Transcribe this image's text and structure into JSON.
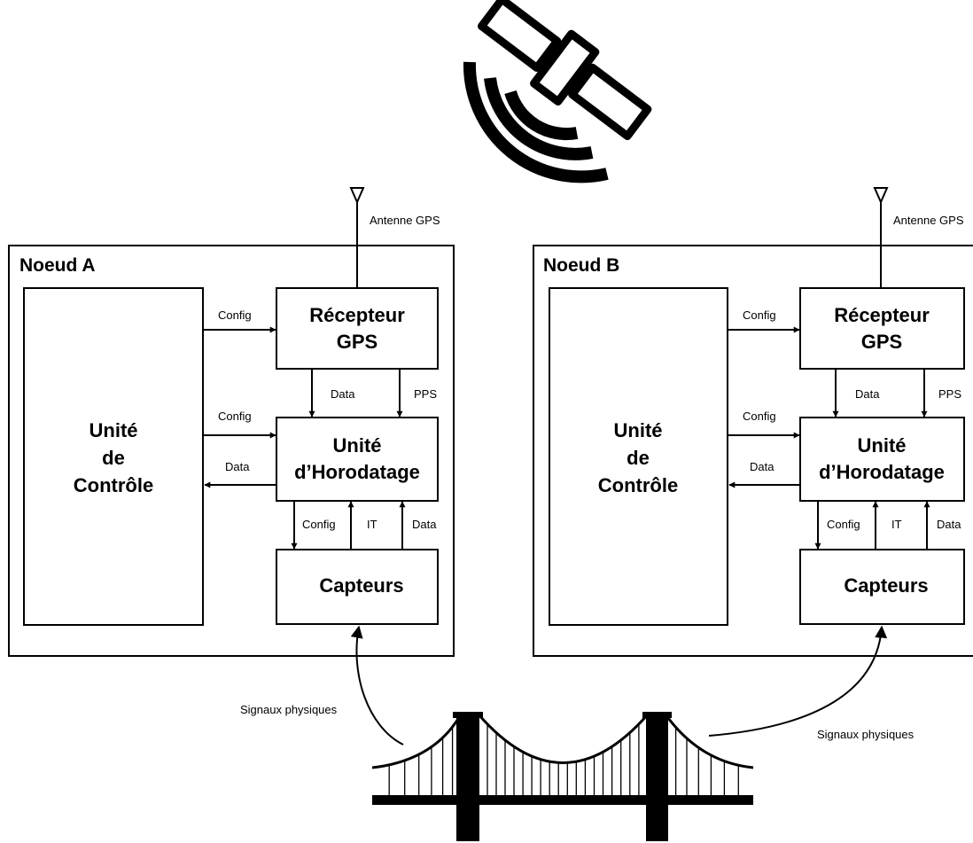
{
  "antenna_label": "Antenne GPS",
  "node_a": {
    "title": "Noeud A",
    "control_unit": [
      "Unité",
      "de",
      "Contrôle"
    ],
    "gps_receiver": [
      "Récepteur",
      "GPS"
    ],
    "timestamp_unit": [
      "Unité",
      "d’Horodatage"
    ],
    "sensors": "Capteurs",
    "labels": {
      "config_gps": "Config",
      "config_timestamp": "Config",
      "data_to_control": "Data",
      "data_gps": "Data",
      "pps": "PPS",
      "config_sensors": "Config",
      "it": "IT",
      "data_sensors": "Data"
    },
    "signal_label": "Signaux physiques"
  },
  "node_b": {
    "title": "Noeud B",
    "control_unit": [
      "Unité",
      "de",
      "Contrôle"
    ],
    "gps_receiver": [
      "Récepteur",
      "GPS"
    ],
    "timestamp_unit": [
      "Unité",
      "d’Horodatage"
    ],
    "sensors": "Capteurs",
    "labels": {
      "config_gps": "Config",
      "config_timestamp": "Config",
      "data_to_control": "Data",
      "data_gps": "Data",
      "pps": "PPS",
      "config_sensors": "Config",
      "it": "IT",
      "data_sensors": "Data"
    },
    "signal_label": "Signaux physiques"
  },
  "icons": [
    "satellite-icon",
    "suspension-bridge-icon",
    "gps-antenna-icon"
  ]
}
